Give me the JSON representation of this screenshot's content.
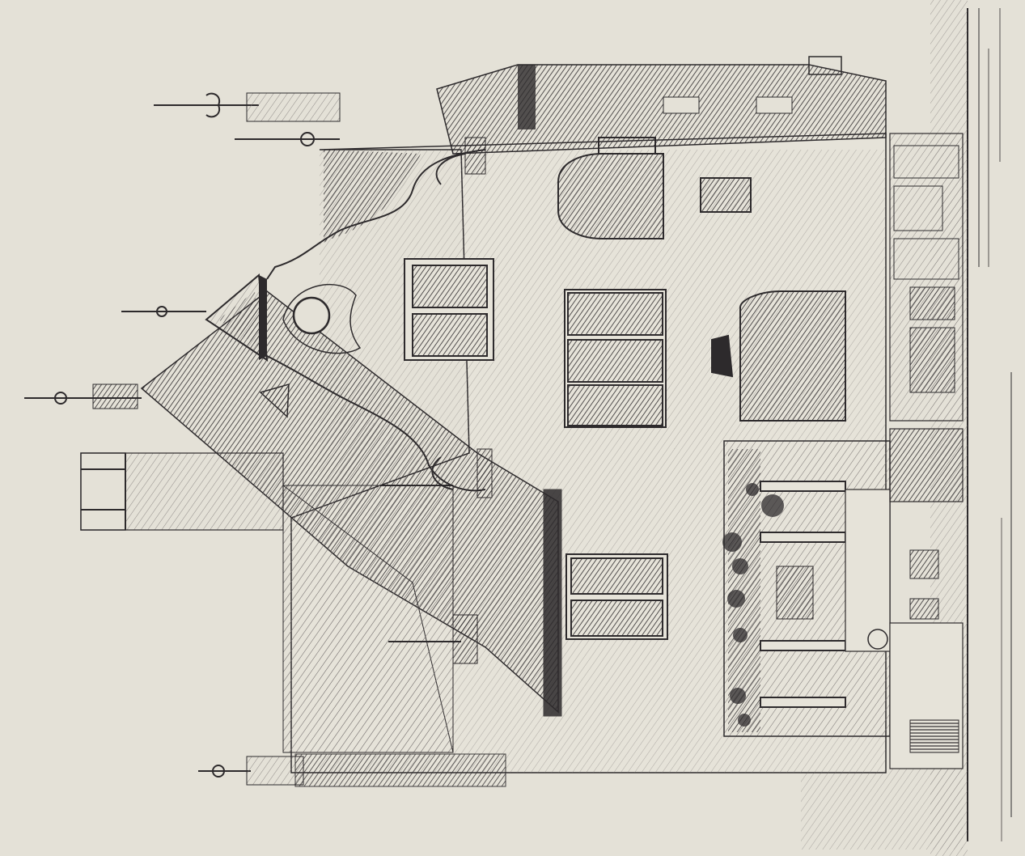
{
  "image": {
    "kind": "engraving",
    "subject": "building-facade",
    "orientation": "rotated-90-clockwise"
  },
  "colors": {
    "paper": "#e4e1d7",
    "ink": "#2d2a2c",
    "shade": "#3a3637",
    "light_hatch": "#7a7574"
  }
}
